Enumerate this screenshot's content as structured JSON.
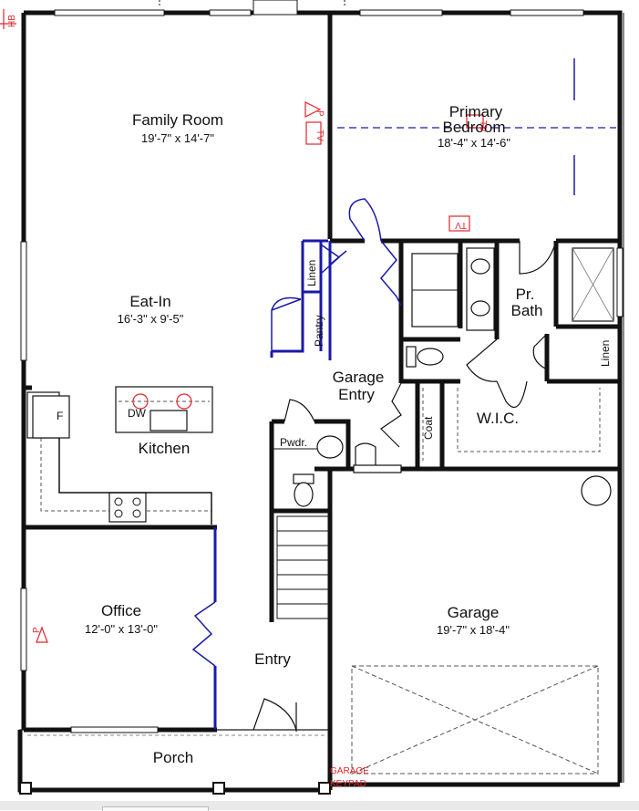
{
  "rooms": {
    "family_room": {
      "name": "Family Room",
      "dims": "19'-7\" x 14'-7\""
    },
    "primary_bedroom": {
      "name_line1": "Primary",
      "name_line2": "Bedroom",
      "dims": "18'-4\" x 14'-6\""
    },
    "eat_in": {
      "name": "Eat-In",
      "dims": "16'-3\" x 9'-5\""
    },
    "kitchen": {
      "name": "Kitchen"
    },
    "pr_bath": {
      "name_line1": "Pr.",
      "name_line2": "Bath"
    },
    "garage_entry": {
      "name_line1": "Garage",
      "name_line2": "Entry"
    },
    "wic": {
      "name": "W.I.C."
    },
    "office": {
      "name": "Office",
      "dims": "12'-0\" x 13'-0\""
    },
    "garage": {
      "name": "Garage",
      "dims": "19'-7\" x 18'-4\""
    },
    "entry": {
      "name": "Entry"
    },
    "porch": {
      "name": "Porch"
    }
  },
  "labels": {
    "linen_upper": "Linen",
    "linen_bath": "Linen",
    "pantry": "Pantry",
    "coat": "Coat",
    "powder": "Pwdr.",
    "fridge": "F",
    "dishwasher": "DW",
    "hose_bib": "HB",
    "garage_keypad_line1": "GARAGE",
    "garage_keypad_line2": "KEYPAD",
    "tv_family": "TV",
    "tv_bedroom": "TV",
    "tv_hall": "TV",
    "p_family": "P",
    "p_office": "P"
  },
  "colors": {
    "wall": "#111111",
    "accent_blue": "#1a1aa8",
    "annotation_red": "#e0262b",
    "background": "#ffffff"
  }
}
